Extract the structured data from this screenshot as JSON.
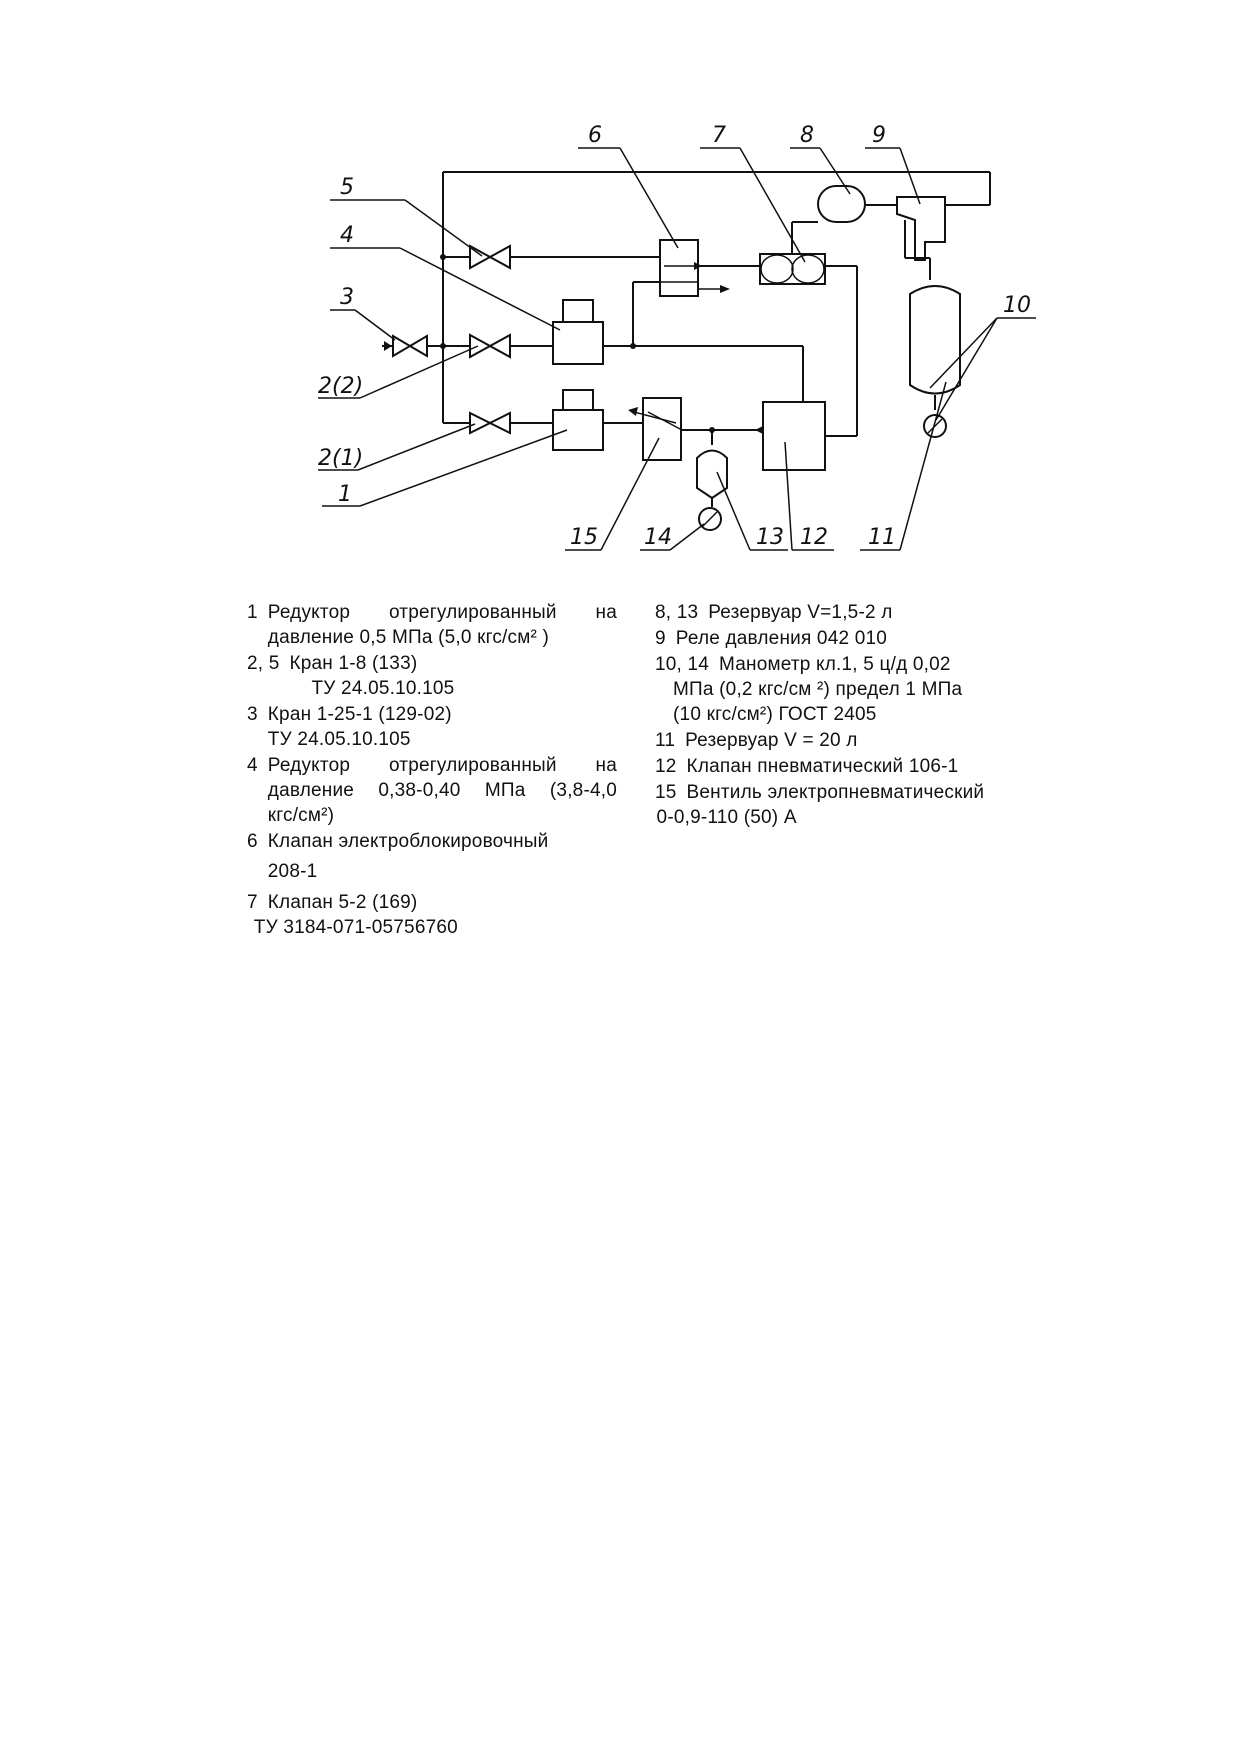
{
  "diagram": {
    "callouts": [
      "1",
      "2(1)",
      "2(2)",
      "3",
      "4",
      "5",
      "6",
      "7",
      "8",
      "9",
      "10",
      "11",
      "12",
      "13",
      "14",
      "15"
    ]
  },
  "legend_left": [
    {
      "num": "1",
      "lines": [
        "Редуктор отрегулированный на",
        "давление 0,5 МПа (5,0 кгс/см² )"
      ]
    },
    {
      "num": "2, 5",
      "lines": [
        "Кран 1-8 (133)",
        "ТУ 24.05.10.105"
      ]
    },
    {
      "num": "3",
      "lines": [
        "Кран 1-25-1 (129-02)",
        "ТУ 24.05.10.105"
      ]
    },
    {
      "num": "4",
      "lines": [
        "Редуктор отрегулированный на",
        "давление 0,38-0,40 МПа (3,8-4,0",
        "кгс/см²)"
      ]
    },
    {
      "num": "6",
      "lines": [
        "Клапан электроблокировочный",
        "208-1"
      ]
    },
    {
      "num": "7",
      "lines": [
        "Клапан 5-2 (169)",
        "ТУ 3184-071-05756760"
      ]
    }
  ],
  "legend_right": [
    {
      "num": "8, 13",
      "lines": [
        "Резервуар V=1,5-2 л"
      ]
    },
    {
      "num": "9",
      "lines": [
        "Реле давления 042 010"
      ]
    },
    {
      "num": "10, 14",
      "lines": [
        "Манометр кл.1, 5 ц/д 0,02",
        "МПа (0,2 кгс/см ²) предел 1 МПа",
        "(10 кгс/см²) ГОСТ 2405"
      ]
    },
    {
      "num": "11",
      "lines": [
        "Резервуар V = 20 л"
      ]
    },
    {
      "num": "12",
      "lines": [
        "Клапан пневматический 106-1"
      ]
    },
    {
      "num": "15",
      "lines": [
        "Вентиль электропневматический",
        "0-0,9-110 (50) А"
      ]
    }
  ]
}
